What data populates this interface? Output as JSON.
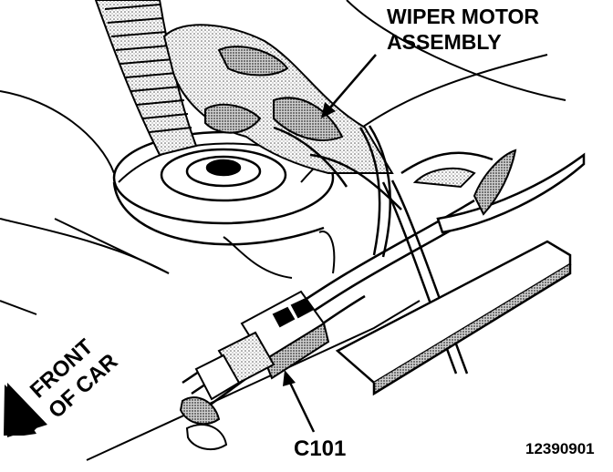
{
  "labels": {
    "wiper_line1": "WIPER MOTOR",
    "wiper_line2": "ASSEMBLY",
    "front_line1": "FRONT",
    "front_line2": "OF CAR",
    "connector": "C101",
    "figure_number": "12390901"
  },
  "colors": {
    "ink": "#000000",
    "paper": "#ffffff",
    "stipple": "#9a9a9a"
  }
}
